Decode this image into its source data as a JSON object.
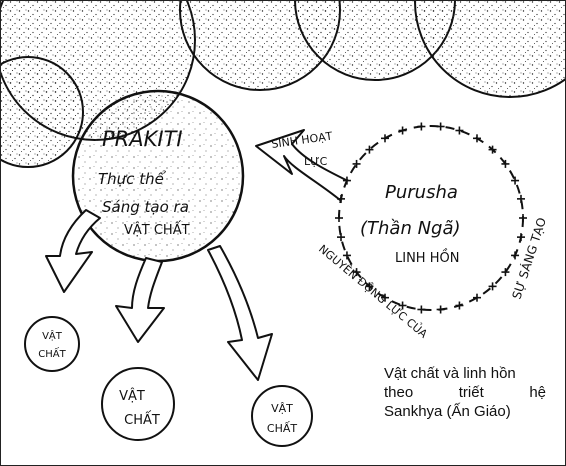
{
  "prakiti": {
    "title": "PRAKITI",
    "line1": "Thực thể",
    "line2": "Sáng tạo ra",
    "line3": "VẬT CHẤT"
  },
  "arrow_label": {
    "line1": "SINH HOẠT",
    "line2": "LỰC"
  },
  "purusha": {
    "title": "Purusha",
    "subtitle": "(Thần Ngã)",
    "line3": "LINH HỒN",
    "arc_right": "SỰ SÁNG TẠO",
    "arc_bottom": "NGUYÊN ĐỘNG LỰC CỦA"
  },
  "matter_circles": [
    {
      "line1": "VẬT",
      "line2": "CHẤT"
    },
    {
      "line1": "VẬT",
      "line2": "CHẤT"
    },
    {
      "line1": "VẬT",
      "line2": "CHẤT"
    }
  ],
  "caption": {
    "line1": "Vật chất và linh hồn",
    "line2_words": [
      "theo",
      "triết",
      "hệ"
    ],
    "line3": "Sankhya (Ấn Giáo)"
  }
}
